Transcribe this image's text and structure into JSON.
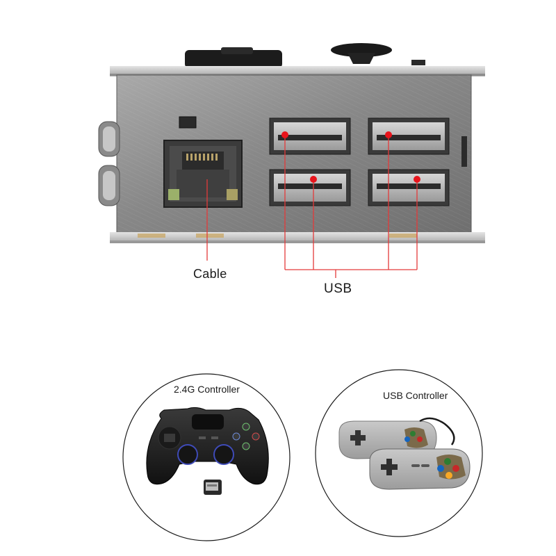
{
  "labels": {
    "cable": "Cable",
    "usb": "USB",
    "controller_24g": "2.4G  Controller",
    "controller_usb": "USB  Controller"
  },
  "colors": {
    "marker": "#e8141c",
    "callout_line": "#e33a3a",
    "case_metal": "#8d8d8d",
    "circle_outline": "#1a1a1a"
  },
  "icons": {
    "ethernet_port": "ethernet-port-icon",
    "usb_port": "usb-port-icon",
    "wireless_gamepad": "wireless-gamepad-icon",
    "usb_receiver": "usb-receiver-icon",
    "snes_gamepad": "snes-gamepad-icon"
  }
}
